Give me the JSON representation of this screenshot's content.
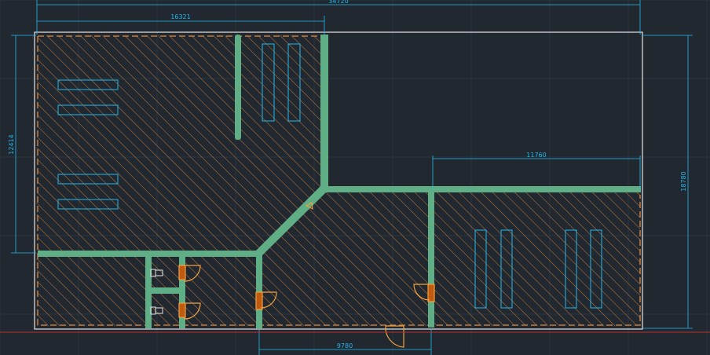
{
  "drawing": {
    "colors": {
      "background": "#212830",
      "grid": "#2b3440",
      "wall": "#5fae86",
      "hatch": "#c27a3c",
      "dimension": "#22b8f0",
      "outline": "#e6e6e6",
      "fixture": "#22b8f0",
      "door": "#f0a040",
      "door_frame": "#c05a10",
      "axis_red": "#b83030"
    },
    "dimensions": {
      "overall_width": "34720",
      "left_block_width": "16321",
      "right_room_width": "11760",
      "left_height": "12414",
      "overall_height": "18780",
      "corridor_width": "9780"
    }
  }
}
